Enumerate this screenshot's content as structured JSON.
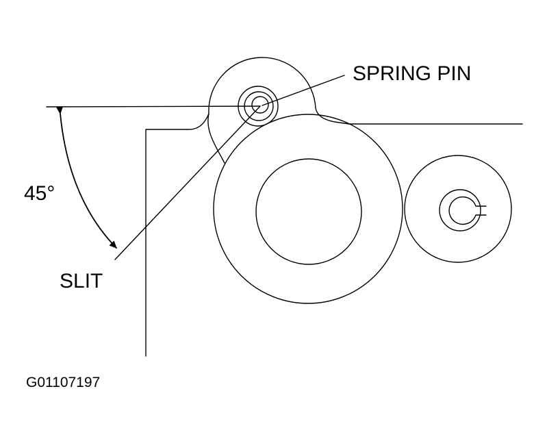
{
  "labels": {
    "spring_pin": "SPRING PIN",
    "angle": "45°",
    "slit": "SLIT",
    "figure_code": "G01107197"
  },
  "colors": {
    "ink": "#000000",
    "background": "#ffffff"
  }
}
